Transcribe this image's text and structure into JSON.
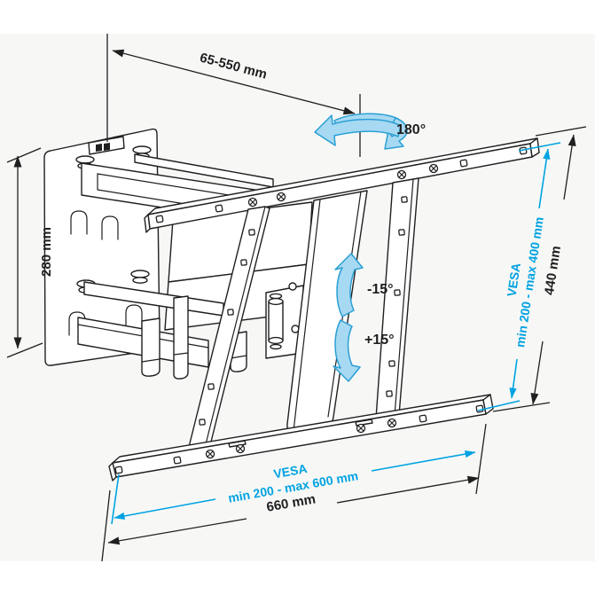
{
  "diagram": {
    "colors": {
      "line": "#1f1f1f",
      "annotation_accent": "#00a2e2",
      "arrow_ribbon_fill": "#a7d9f2",
      "arrow_ribbon_stroke": "#2a9fd4",
      "background_band": "#f7f8f6"
    },
    "dims": {
      "arm_extension": "65-550 mm",
      "swivel": "180°",
      "wall_plate_height": "280 mm",
      "bracket_height": "440 mm",
      "tilt_up": "-15°",
      "tilt_down": "+15°",
      "bracket_width": "660 mm",
      "vesa_vertical": {
        "title": "VESA",
        "range": "min 200 - max 400 mm"
      },
      "vesa_horizontal": {
        "title": "VESA",
        "range": "min 200 - max 600 mm"
      }
    }
  }
}
